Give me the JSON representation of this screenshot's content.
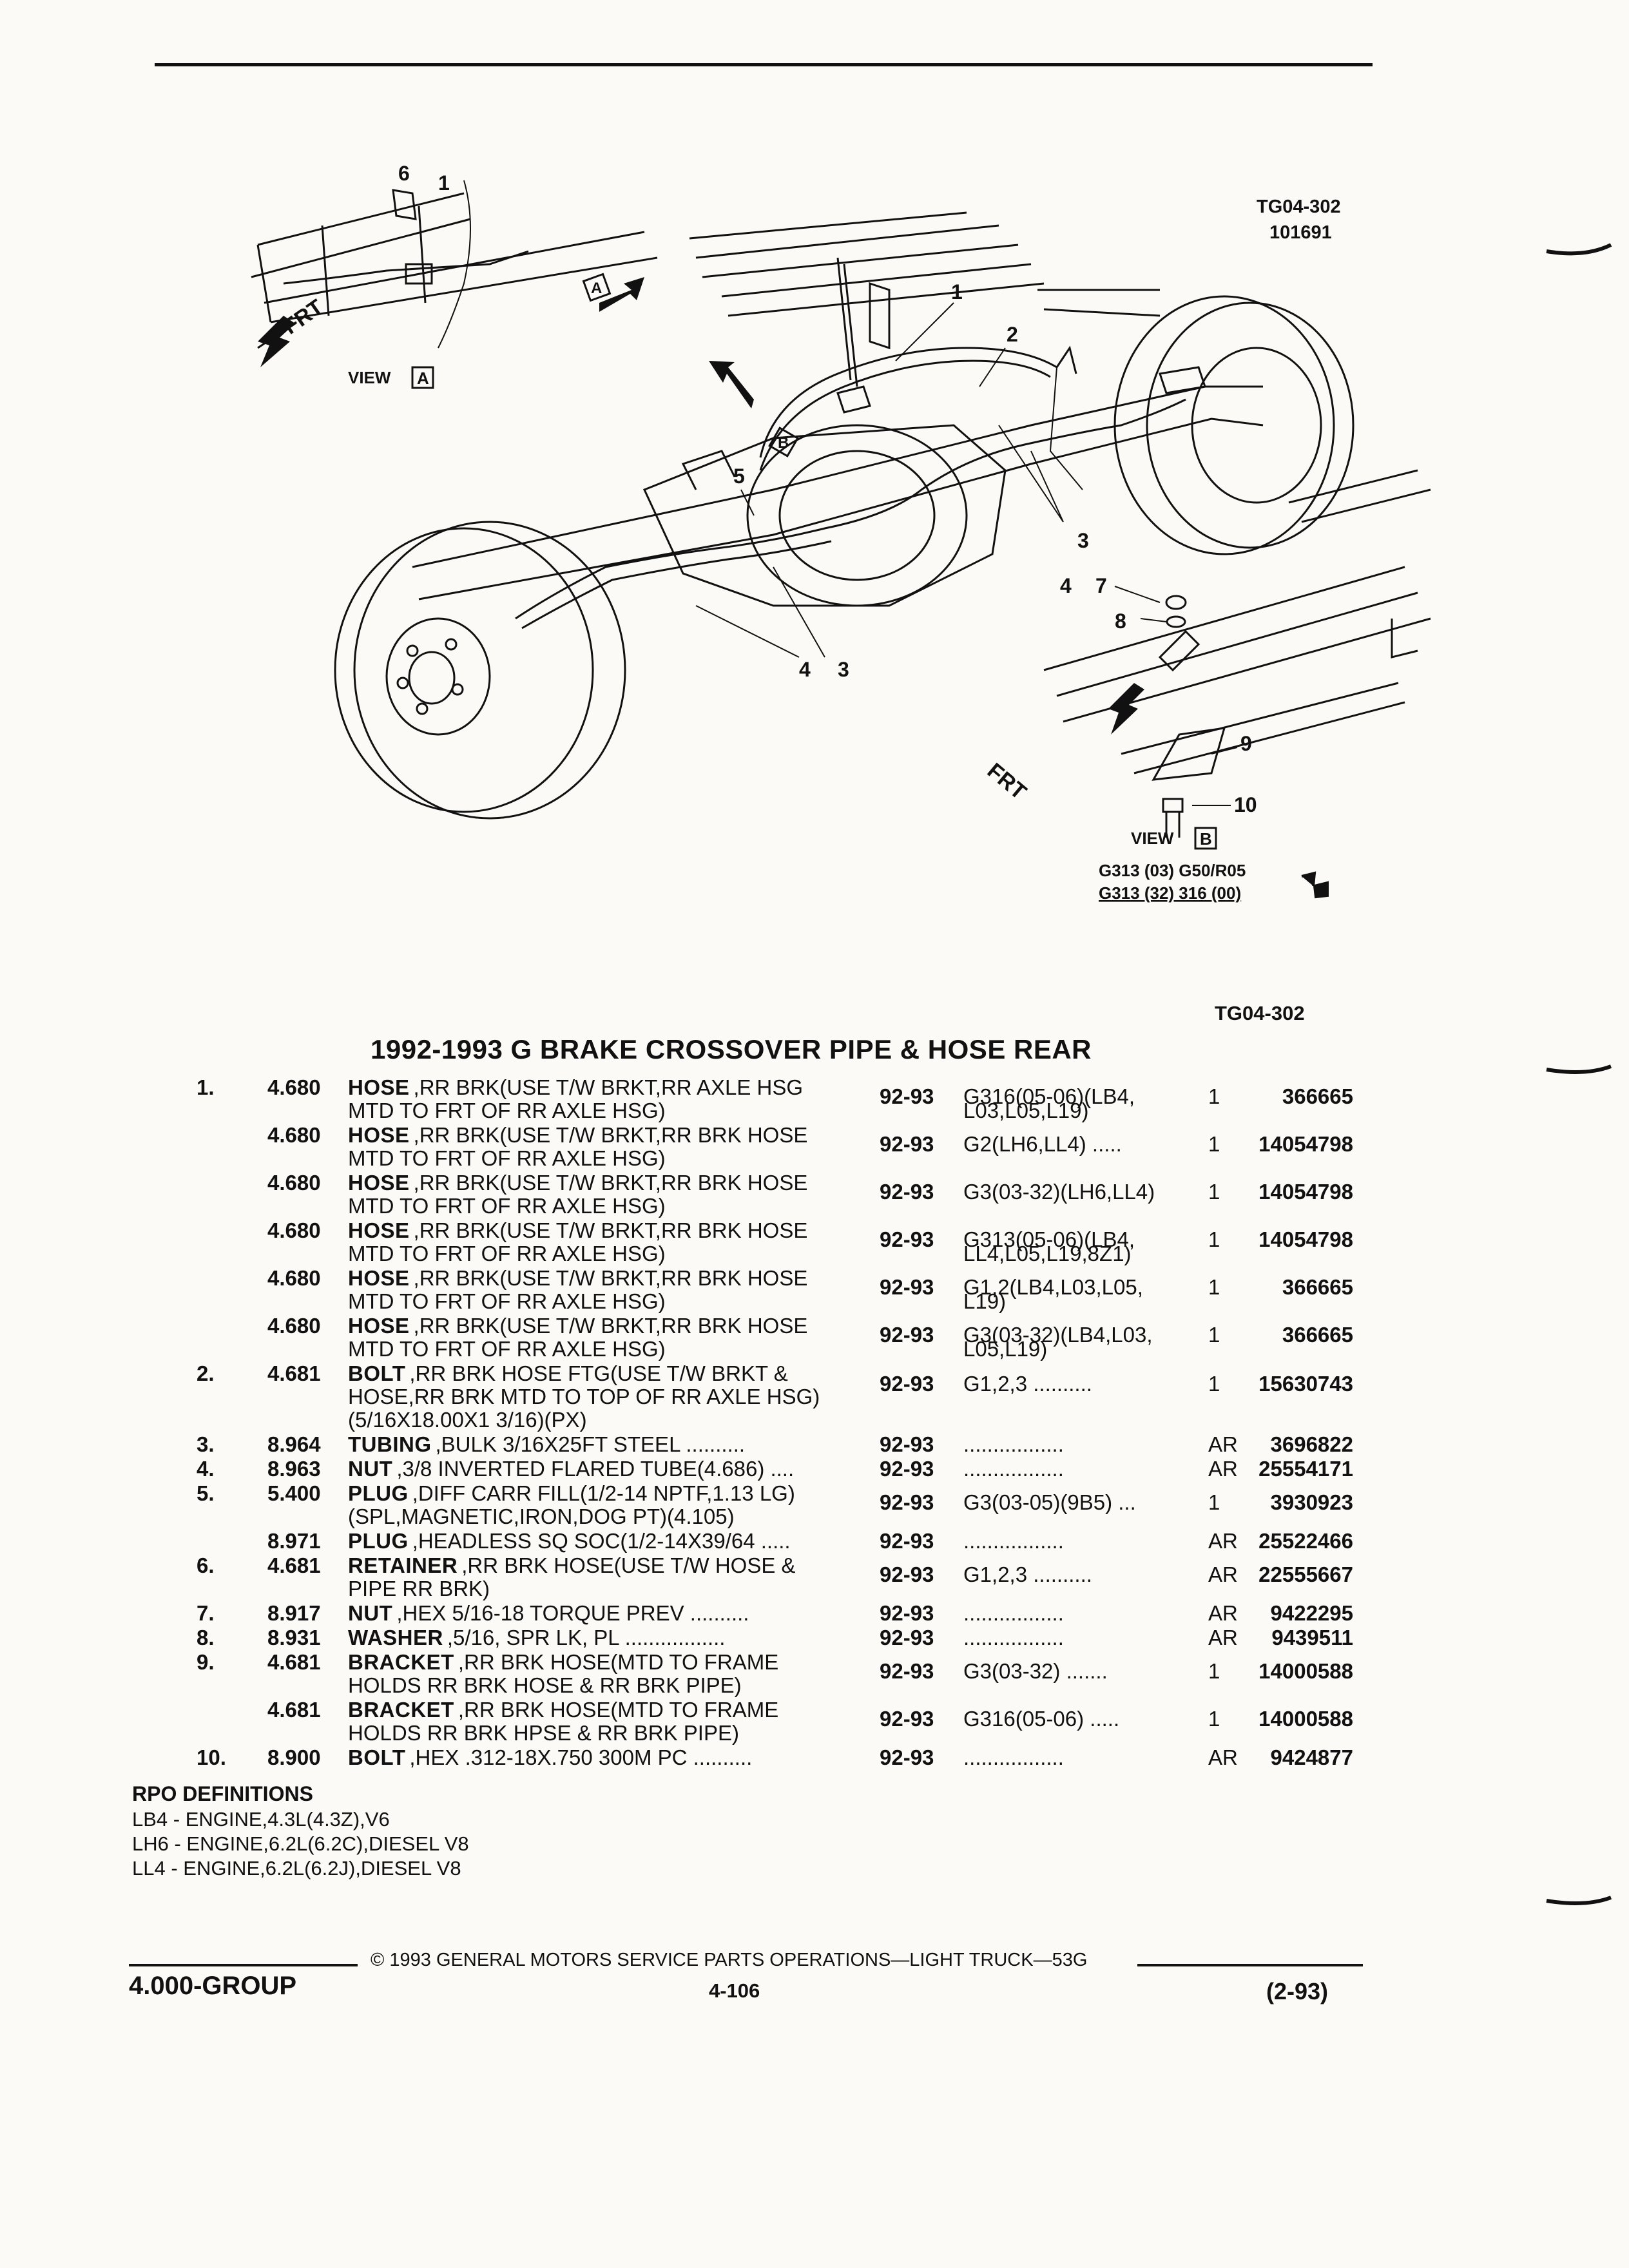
{
  "diagram": {
    "code": "TG04-302",
    "number": "101691",
    "view_a_label": "VIEW",
    "view_a_letter": "A",
    "view_b_label": "VIEW",
    "view_b_letter": "B",
    "frt_label": "FRT",
    "callouts": [
      "1",
      "2",
      "3",
      "4",
      "5",
      "6",
      "7",
      "8",
      "9",
      "10"
    ],
    "model_line1": "G313 (03) G50/R05",
    "model_line2": "G313 (32) 316 (00)"
  },
  "section_code": "TG04-302",
  "section_title": "1992-1993 G BRAKE CROSSOVER PIPE & HOSE REAR",
  "parts": [
    {
      "ref": "1.",
      "group": "4.680",
      "name": "HOSE",
      "desc": ",RR BRK(USE T/W BRKT,RR AXLE HSG",
      "desc2": "MTD TO FRT OF RR AXLE HSG)",
      "desc3": "",
      "years": "92-93",
      "usage": "G316(05-06)(LB4,",
      "usage2": "L03,L05,L19)",
      "qty": "1",
      "part_no": "366665"
    },
    {
      "ref": "",
      "group": "4.680",
      "name": "HOSE",
      "desc": ",RR BRK(USE T/W BRKT,RR BRK HOSE",
      "desc2": "MTD TO FRT OF RR AXLE HSG)",
      "desc3": "",
      "years": "92-93",
      "usage": "G2(LH6,LL4) .....",
      "usage2": "",
      "qty": "1",
      "part_no": "14054798"
    },
    {
      "ref": "",
      "group": "4.680",
      "name": "HOSE",
      "desc": ",RR BRK(USE T/W BRKT,RR BRK HOSE",
      "desc2": "MTD TO FRT OF RR AXLE HSG)",
      "desc3": "",
      "years": "92-93",
      "usage": "G3(03-32)(LH6,LL4)",
      "usage2": "",
      "qty": "1",
      "part_no": "14054798"
    },
    {
      "ref": "",
      "group": "4.680",
      "name": "HOSE",
      "desc": ",RR BRK(USE T/W BRKT,RR BRK HOSE",
      "desc2": "MTD TO FRT OF RR AXLE HSG)",
      "desc3": "",
      "years": "92-93",
      "usage": "G313(05-06)(LB4,",
      "usage2": "LL4,L05,L19,8Z1)",
      "qty": "1",
      "part_no": "14054798"
    },
    {
      "ref": "",
      "group": "4.680",
      "name": "HOSE",
      "desc": ",RR BRK(USE T/W BRKT,RR BRK HOSE",
      "desc2": "MTD TO FRT OF RR AXLE HSG)",
      "desc3": "",
      "years": "92-93",
      "usage": "G1,2(LB4,L03,L05,",
      "usage2": "L19)",
      "qty": "1",
      "part_no": "366665"
    },
    {
      "ref": "",
      "group": "4.680",
      "name": "HOSE",
      "desc": ",RR BRK(USE T/W BRKT,RR BRK HOSE",
      "desc2": "MTD TO FRT OF RR AXLE HSG)",
      "desc3": "",
      "years": "92-93",
      "usage": "G3(03-32)(LB4,L03,",
      "usage2": "L05,L19)",
      "qty": "1",
      "part_no": "366665"
    },
    {
      "ref": "2.",
      "group": "4.681",
      "name": "BOLT",
      "desc": ",RR BRK HOSE FTG(USE T/W BRKT &",
      "desc2": "HOSE,RR BRK MTD TO TOP OF RR AXLE HSG)",
      "desc3": "(5/16X18.00X1 3/16)(PX)",
      "years": "92-93",
      "usage": "G1,2,3 ..........",
      "usage2": "",
      "qty": "1",
      "part_no": "15630743"
    },
    {
      "ref": "3.",
      "group": "8.964",
      "name": "TUBING",
      "desc": ",BULK 3/16X25FT STEEL ..........",
      "desc2": "",
      "desc3": "",
      "years": "92-93",
      "usage": ".................",
      "usage2": "",
      "qty": "AR",
      "part_no": "3696822"
    },
    {
      "ref": "4.",
      "group": "8.963",
      "name": "NUT",
      "desc": ",3/8 INVERTED FLARED TUBE(4.686) ....",
      "desc2": "",
      "desc3": "",
      "years": "92-93",
      "usage": ".................",
      "usage2": "",
      "qty": "AR",
      "part_no": "25554171"
    },
    {
      "ref": "5.",
      "group": "5.400",
      "name": "PLUG",
      "desc": ",DIFF CARR FILL(1/2-14 NPTF,1.13 LG)",
      "desc2": "(SPL,MAGNETIC,IRON,DOG PT)(4.105)",
      "desc3": "",
      "years": "92-93",
      "usage": "G3(03-05)(9B5) ...",
      "usage2": "",
      "qty": "1",
      "part_no": "3930923"
    },
    {
      "ref": "",
      "group": "8.971",
      "name": "PLUG",
      "desc": ",HEADLESS SQ SOC(1/2-14X39/64 .....",
      "desc2": "",
      "desc3": "",
      "years": "92-93",
      "usage": ".................",
      "usage2": "",
      "qty": "AR",
      "part_no": "25522466"
    },
    {
      "ref": "6.",
      "group": "4.681",
      "name": "RETAINER",
      "desc": ",RR BRK HOSE(USE T/W HOSE &",
      "desc2": "PIPE RR BRK)",
      "desc3": "",
      "years": "92-93",
      "usage": "G1,2,3 ..........",
      "usage2": "",
      "qty": "AR",
      "part_no": "22555667"
    },
    {
      "ref": "7.",
      "group": "8.917",
      "name": "NUT",
      "desc": ",HEX 5/16-18 TORQUE PREV ..........",
      "desc2": "",
      "desc3": "",
      "years": "92-93",
      "usage": ".................",
      "usage2": "",
      "qty": "AR",
      "part_no": "9422295"
    },
    {
      "ref": "8.",
      "group": "8.931",
      "name": "WASHER",
      "desc": ",5/16, SPR LK, PL .................",
      "desc2": "",
      "desc3": "",
      "years": "92-93",
      "usage": ".................",
      "usage2": "",
      "qty": "AR",
      "part_no": "9439511"
    },
    {
      "ref": "9.",
      "group": "4.681",
      "name": "BRACKET",
      "desc": ",RR BRK HOSE(MTD TO FRAME",
      "desc2": "HOLDS RR BRK HOSE & RR BRK PIPE)",
      "desc3": "",
      "years": "92-93",
      "usage": "G3(03-32) .......",
      "usage2": "",
      "qty": "1",
      "part_no": "14000588"
    },
    {
      "ref": "",
      "group": "4.681",
      "name": "BRACKET",
      "desc": ",RR BRK HOSE(MTD TO FRAME",
      "desc2": "HOLDS RR BRK HPSE & RR BRK PIPE)",
      "desc3": "",
      "years": "92-93",
      "usage": "G316(05-06) .....",
      "usage2": "",
      "qty": "1",
      "part_no": "14000588"
    },
    {
      "ref": "10.",
      "group": "8.900",
      "name": "BOLT",
      "desc": ",HEX .312-18X.750 300M PC ..........",
      "desc2": "",
      "desc3": "",
      "years": "92-93",
      "usage": ".................",
      "usage2": "",
      "qty": "AR",
      "part_no": "9424877"
    }
  ],
  "rpo": {
    "heading": "RPO DEFINITIONS",
    "items": [
      "LB4 - ENGINE,4.3L(4.3Z),V6",
      "LH6 - ENGINE,6.2L(6.2C),DIESEL V8",
      "LL4 - ENGINE,6.2L(6.2J),DIESEL V8"
    ]
  },
  "footer": {
    "copyright": "© 1993 GENERAL MOTORS SERVICE PARTS OPERATIONS—LIGHT TRUCK—53G",
    "group": "4.000-GROUP",
    "page": "4-106",
    "date": "(2-93)"
  }
}
